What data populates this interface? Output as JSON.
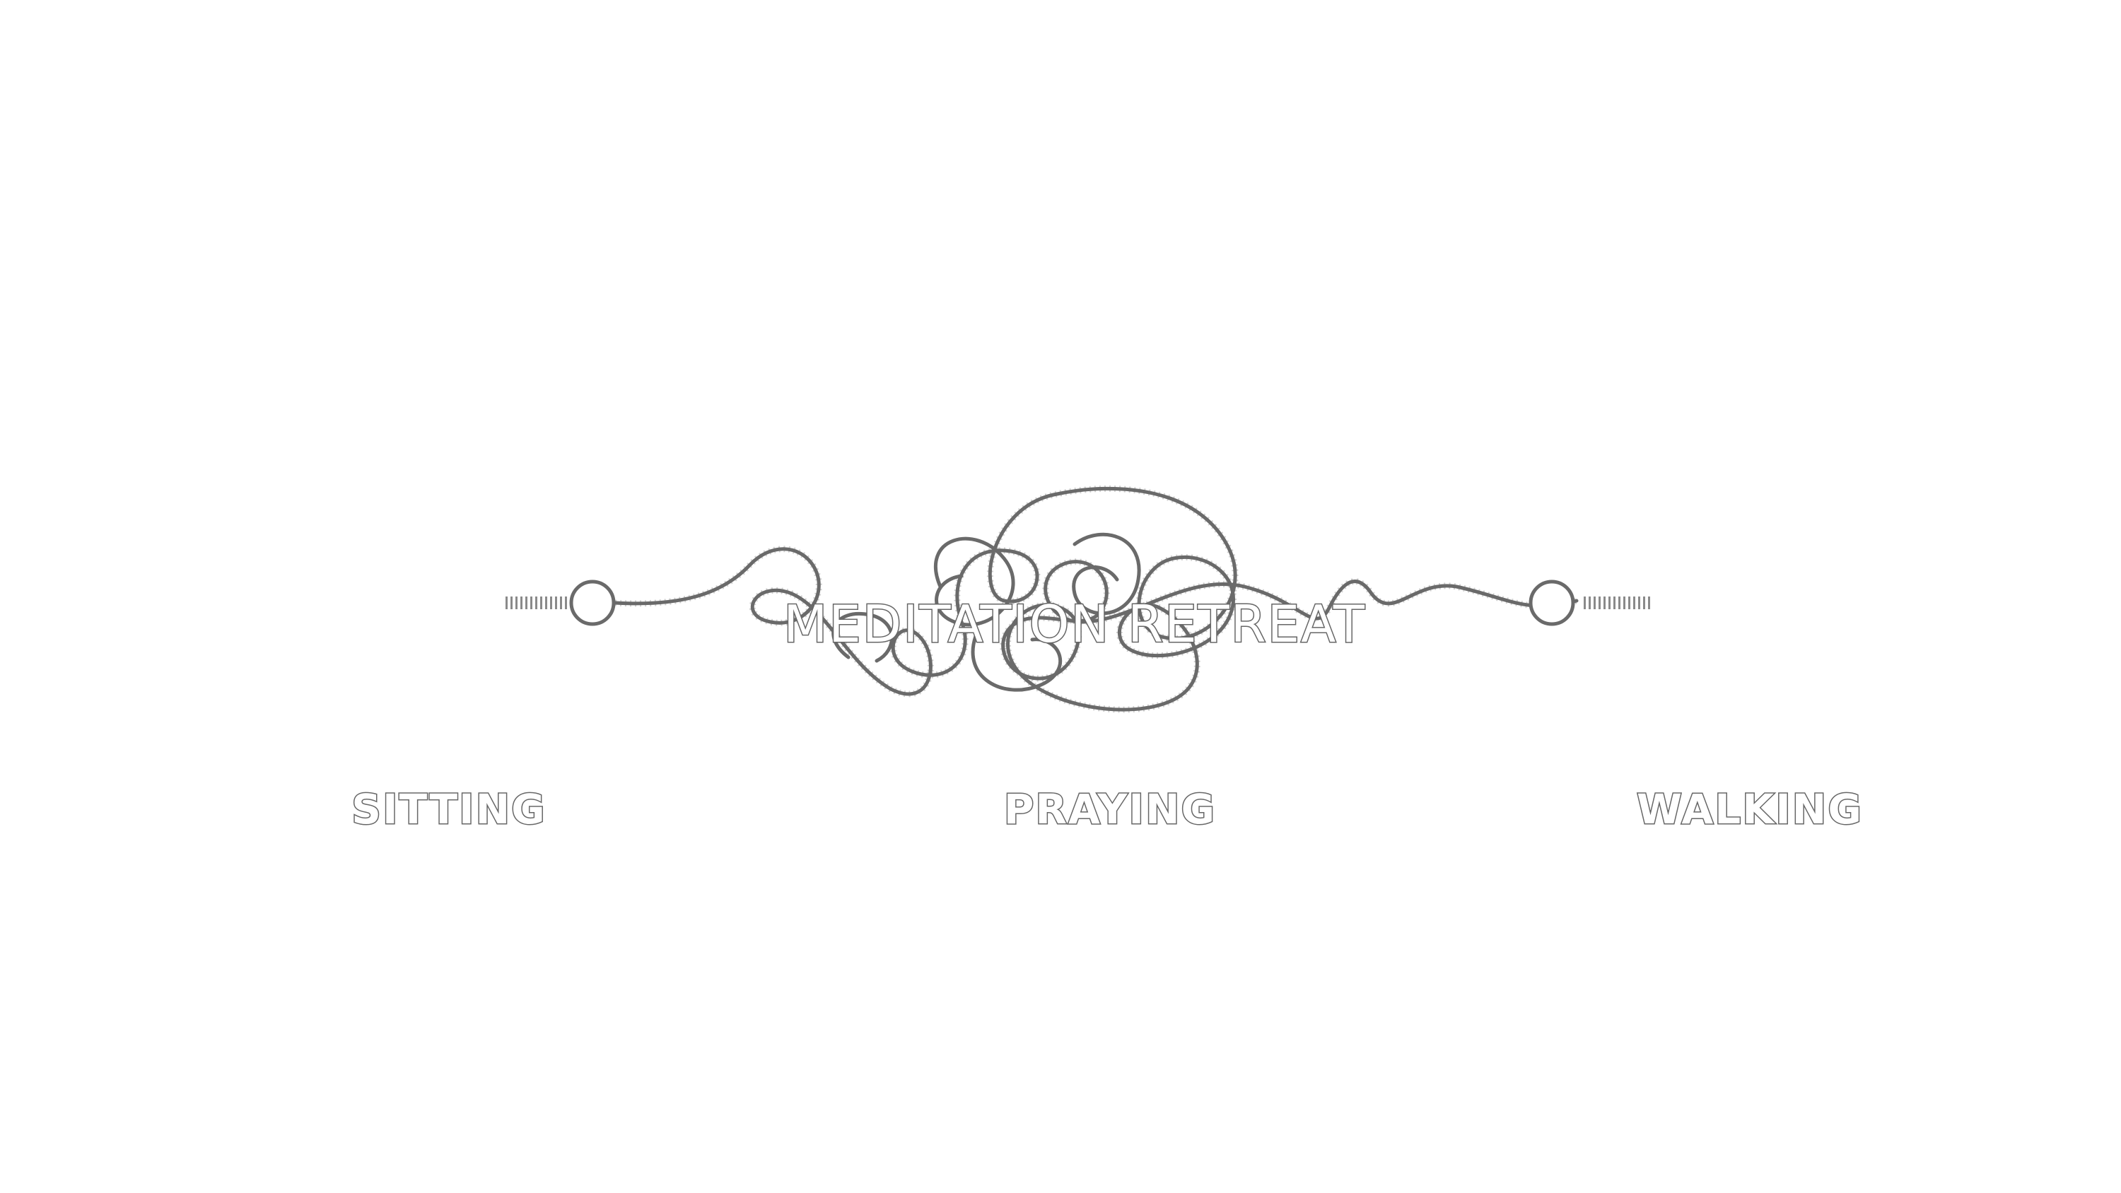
{
  "title": "MEDITATION RETREAT",
  "labels": {
    "left": "SITTING",
    "center": "PRAYING",
    "right": "WALKING"
  },
  "colors": {
    "background": "#ffffff",
    "line": "#6a6a6a",
    "outline": "#666666"
  },
  "icons": {
    "left_endpoint": "circle-node-icon",
    "right_endpoint": "circle-node-icon",
    "center_graphic": "tangled-thread-icon"
  }
}
